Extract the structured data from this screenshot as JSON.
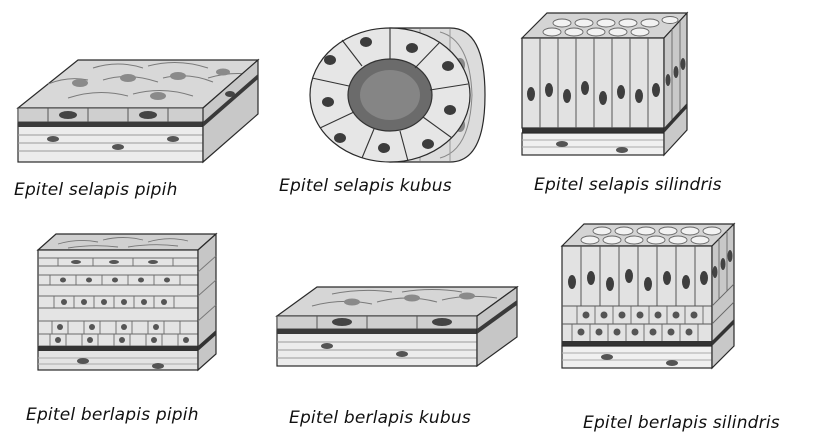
{
  "figure": {
    "panels": [
      {
        "caption": "Epitel selapis pipih"
      },
      {
        "caption": "Epitel selapis kubus"
      },
      {
        "caption": "Epitel selapis silindris"
      },
      {
        "caption": "Epitel berlapis pipih"
      },
      {
        "caption": "Epitel berlapis kubus"
      },
      {
        "caption": "Epitel berlapis silindris"
      }
    ]
  }
}
